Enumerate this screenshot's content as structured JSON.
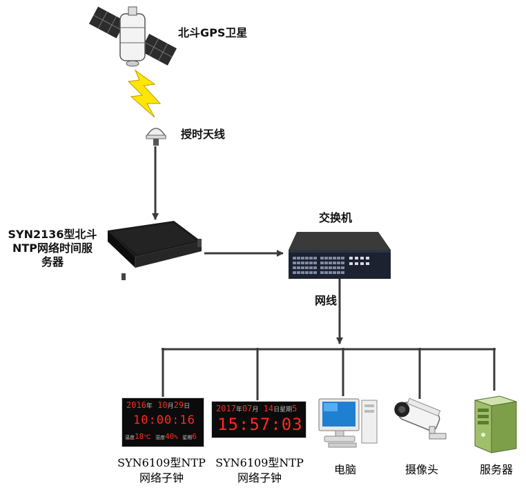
{
  "nodes": {
    "satellite": "北斗GPS卫星",
    "antenna": "授时天线",
    "server_line1": "SYN2136型北斗",
    "server_line2": "NTP网络时间服",
    "server_line3": "务器",
    "switch": "交换机",
    "cable": "网线",
    "clock1_line1": "SYN6109型NTP",
    "clock1_line2": "网络子钟",
    "clock2_line1": "SYN6109型NTP",
    "clock2_line2": "网络子钟",
    "computer": "电脑",
    "camera": "摄像头",
    "server": "服务器"
  },
  "clock1_display": {
    "date_year": "2016",
    "year_unit": "年",
    "date_month": "10",
    "month_unit": "月",
    "date_day": "29",
    "day_unit": "日",
    "time": "10:00:16",
    "temp_label": "温度",
    "temp_value": "18",
    "temp_unit": "℃",
    "humid_label": "湿度",
    "humid_value": "40",
    "humid_unit": "%",
    "week_label": "星期",
    "week_value": "6"
  },
  "clock2_display": {
    "date_year": "2017",
    "year_unit": "年",
    "date_month": "07",
    "month_unit": "月",
    "date_day": "14",
    "day_unit": "日",
    "week_label": "星期",
    "week_value": "5",
    "time": "15:57:03"
  },
  "colors": {
    "line": "#3a3a3a",
    "led": "#ff2a1e",
    "bolt": "#ffe600"
  }
}
